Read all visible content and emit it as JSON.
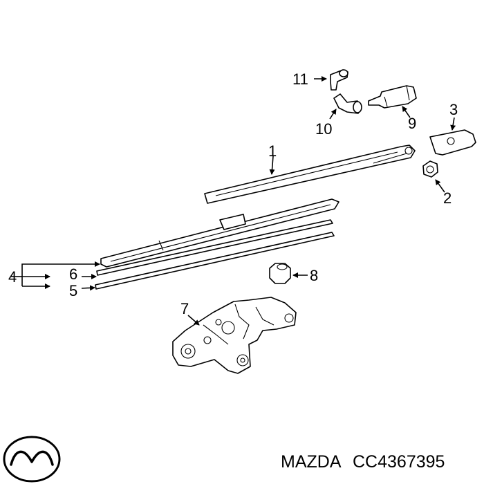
{
  "callouts": {
    "c1": "1",
    "c2": "2",
    "c3": "3",
    "c4": "4",
    "c5": "5",
    "c6": "6",
    "c7": "7",
    "c8": "8",
    "c9": "9",
    "c10": "10",
    "c11": "11"
  },
  "footer": {
    "brand": "MAZDA",
    "part_number": "CC4367395"
  },
  "icons": {
    "logo": "mazda-logo-icon"
  }
}
